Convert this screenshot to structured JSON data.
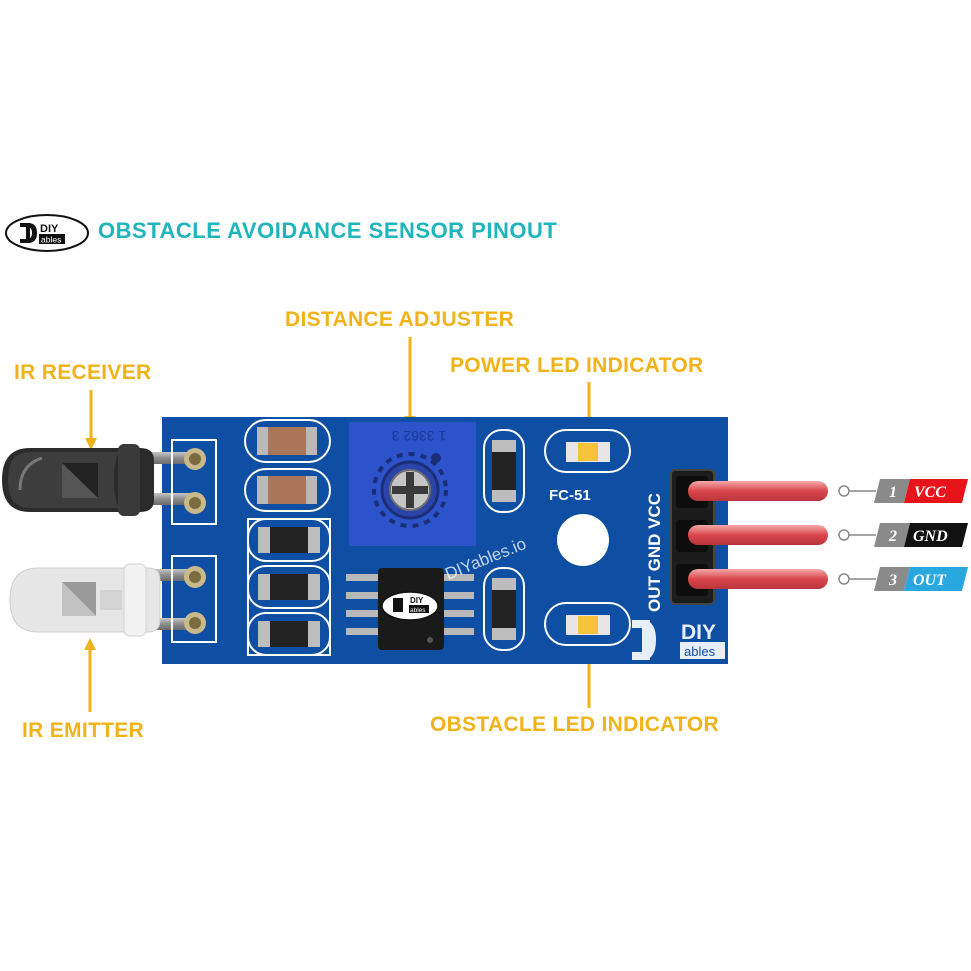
{
  "header": {
    "logo_top": "DIY",
    "logo_bottom": "ables",
    "title": "OBSTACLE AVOIDANCE SENSOR PINOUT"
  },
  "labels": {
    "distance_adjuster": "DISTANCE ADJUSTER",
    "power_led": "POWER LED INDICATOR",
    "ir_receiver": "IR RECEIVER",
    "ir_emitter": "IR EMITTER",
    "obstacle_led": "OBSTACLE LED INDICATOR"
  },
  "board": {
    "model": "FC-51",
    "pot_marking": "1 3362 3",
    "watermark": "DIYables.io",
    "header_pins_label": "OUT GND VCC",
    "brand_top": "DIY",
    "brand_bottom": "ables",
    "chip_logo_top": "DIY",
    "chip_logo_bottom": "ables"
  },
  "pins": [
    {
      "num": "1",
      "name": "VCC",
      "color": "#e8141b"
    },
    {
      "num": "2",
      "name": "GND",
      "color": "#111111"
    },
    {
      "num": "3",
      "name": "OUT",
      "color": "#29a8e0"
    }
  ],
  "colors": {
    "pcb": "#0f4fa3",
    "label": "#f2b31a",
    "title": "#1fb5bd",
    "pin_number_bg": "#8a8a8a"
  }
}
